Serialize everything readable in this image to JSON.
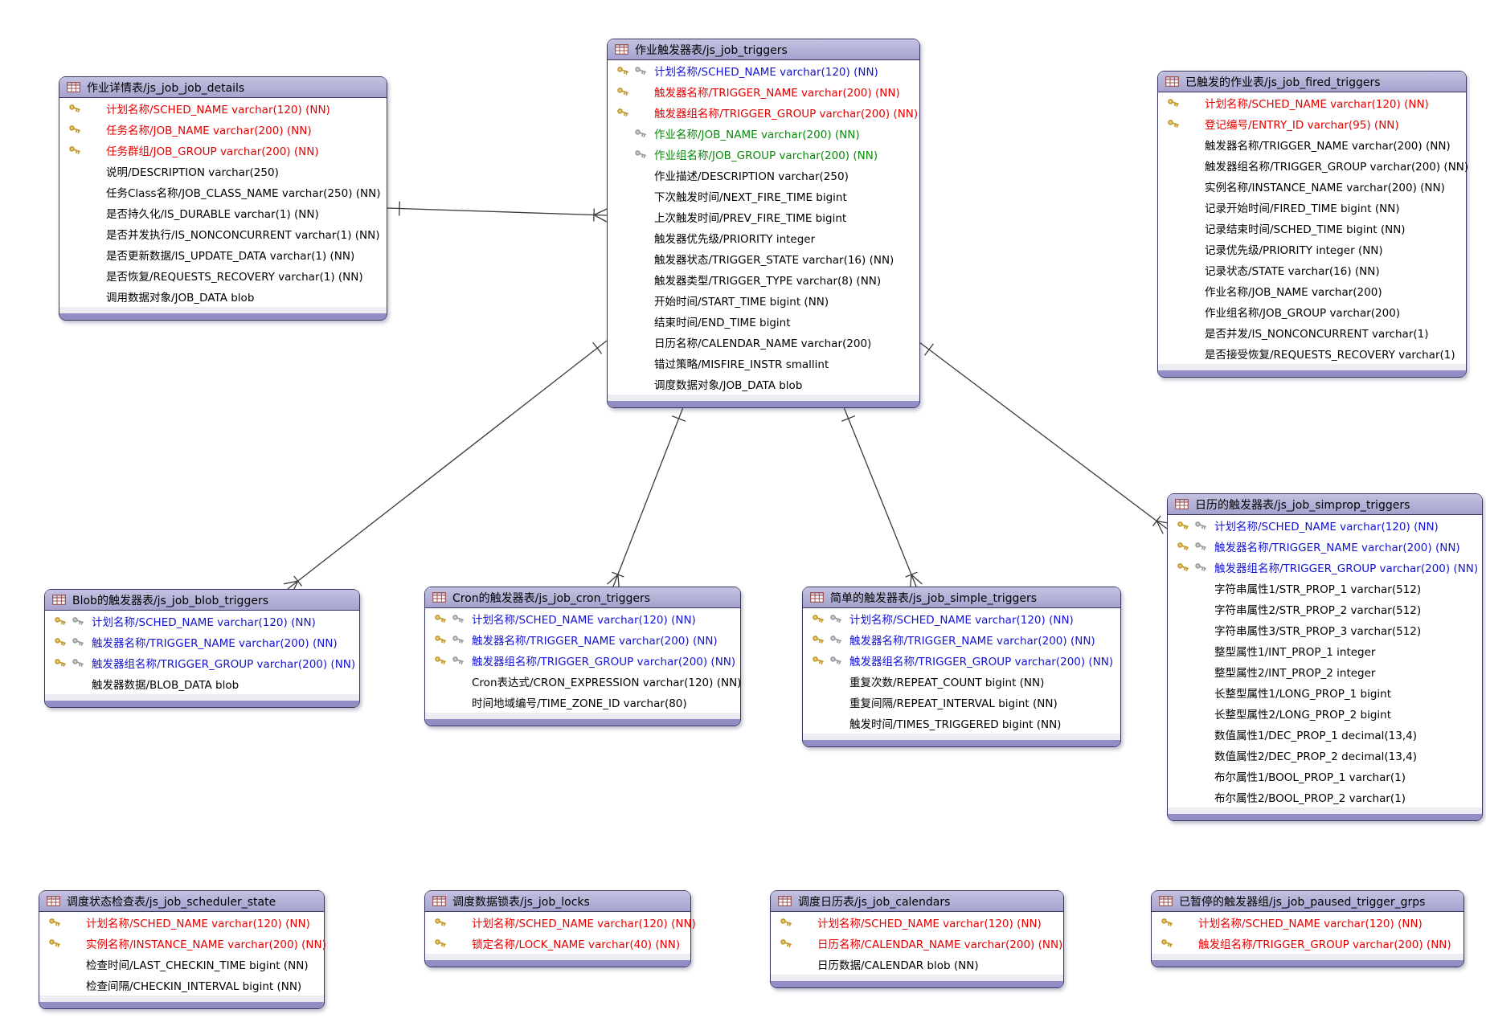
{
  "diagram": {
    "colors": {
      "red": "#e60000",
      "blue": "#1414d2",
      "green": "#0c8a0c",
      "black": "#000000",
      "header_bg": "#a9a8d2",
      "footer_bar": "#908ec5",
      "border": "#35355e",
      "key_gold": "#c2982a",
      "key_gray": "#9a9a9a"
    },
    "tables": [
      {
        "id": "js_job_job_details",
        "title": "作业详情表/js_job_job_details",
        "fields": [
          {
            "text": "计划名称/SCHED_NAME varchar(120) (NN)",
            "color": "red",
            "keys": [
              "gold"
            ]
          },
          {
            "text": "任务名称/JOB_NAME varchar(200) (NN)",
            "color": "red",
            "keys": [
              "gold"
            ]
          },
          {
            "text": "任务群组/JOB_GROUP varchar(200) (NN)",
            "color": "red",
            "keys": [
              "gold"
            ]
          },
          {
            "text": "说明/DESCRIPTION varchar(250)",
            "color": "black",
            "keys": []
          },
          {
            "text": "任务Class名称/JOB_CLASS_NAME varchar(250) (NN)",
            "color": "black",
            "keys": []
          },
          {
            "text": "是否持久化/IS_DURABLE varchar(1) (NN)",
            "color": "black",
            "keys": []
          },
          {
            "text": "是否并发执行/IS_NONCONCURRENT varchar(1) (NN)",
            "color": "black",
            "keys": []
          },
          {
            "text": "是否更新数据/IS_UPDATE_DATA varchar(1) (NN)",
            "color": "black",
            "keys": []
          },
          {
            "text": "是否恢复/REQUESTS_RECOVERY varchar(1) (NN)",
            "color": "black",
            "keys": []
          },
          {
            "text": "调用数据对象/JOB_DATA blob",
            "color": "black",
            "keys": []
          }
        ]
      },
      {
        "id": "js_job_triggers",
        "title": "作业触发器表/js_job_triggers",
        "fields": [
          {
            "text": "计划名称/SCHED_NAME varchar(120) (NN)",
            "color": "blue",
            "keys": [
              "gold",
              "gray"
            ]
          },
          {
            "text": "触发器名称/TRIGGER_NAME varchar(200) (NN)",
            "color": "red",
            "keys": [
              "gold"
            ]
          },
          {
            "text": "触发器组名称/TRIGGER_GROUP varchar(200) (NN)",
            "color": "red",
            "keys": [
              "gold"
            ]
          },
          {
            "text": "作业名称/JOB_NAME varchar(200) (NN)",
            "color": "green",
            "keys": [
              "gray"
            ]
          },
          {
            "text": "作业组名称/JOB_GROUP varchar(200) (NN)",
            "color": "green",
            "keys": [
              "gray"
            ]
          },
          {
            "text": "作业描述/DESCRIPTION varchar(250)",
            "color": "black",
            "keys": []
          },
          {
            "text": "下次触发时间/NEXT_FIRE_TIME bigint",
            "color": "black",
            "keys": []
          },
          {
            "text": "上次触发时间/PREV_FIRE_TIME bigint",
            "color": "black",
            "keys": []
          },
          {
            "text": "触发器优先级/PRIORITY integer",
            "color": "black",
            "keys": []
          },
          {
            "text": "触发器状态/TRIGGER_STATE varchar(16) (NN)",
            "color": "black",
            "keys": []
          },
          {
            "text": "触发器类型/TRIGGER_TYPE varchar(8) (NN)",
            "color": "black",
            "keys": []
          },
          {
            "text": "开始时间/START_TIME bigint (NN)",
            "color": "black",
            "keys": []
          },
          {
            "text": "结束时间/END_TIME bigint",
            "color": "black",
            "keys": []
          },
          {
            "text": "日历名称/CALENDAR_NAME varchar(200)",
            "color": "black",
            "keys": []
          },
          {
            "text": "错过策略/MISFIRE_INSTR smallint",
            "color": "black",
            "keys": []
          },
          {
            "text": "调度数据对象/JOB_DATA blob",
            "color": "black",
            "keys": []
          }
        ]
      },
      {
        "id": "js_job_fired_triggers",
        "title": "已触发的作业表/js_job_fired_triggers",
        "fields": [
          {
            "text": "计划名称/SCHED_NAME varchar(120) (NN)",
            "color": "red",
            "keys": [
              "gold"
            ]
          },
          {
            "text": "登记编号/ENTRY_ID varchar(95) (NN)",
            "color": "red",
            "keys": [
              "gold"
            ]
          },
          {
            "text": "触发器名称/TRIGGER_NAME varchar(200) (NN)",
            "color": "black",
            "keys": []
          },
          {
            "text": "触发器组名称/TRIGGER_GROUP varchar(200) (NN)",
            "color": "black",
            "keys": []
          },
          {
            "text": "实例名称/INSTANCE_NAME varchar(200) (NN)",
            "color": "black",
            "keys": []
          },
          {
            "text": "记录开始时间/FIRED_TIME bigint (NN)",
            "color": "black",
            "keys": []
          },
          {
            "text": "记录结束时间/SCHED_TIME bigint (NN)",
            "color": "black",
            "keys": []
          },
          {
            "text": "记录优先级/PRIORITY integer (NN)",
            "color": "black",
            "keys": []
          },
          {
            "text": "记录状态/STATE varchar(16) (NN)",
            "color": "black",
            "keys": []
          },
          {
            "text": "作业名称/JOB_NAME varchar(200)",
            "color": "black",
            "keys": []
          },
          {
            "text": "作业组名称/JOB_GROUP varchar(200)",
            "color": "black",
            "keys": []
          },
          {
            "text": "是否并发/IS_NONCONCURRENT varchar(1)",
            "color": "black",
            "keys": []
          },
          {
            "text": "是否接受恢复/REQUESTS_RECOVERY varchar(1)",
            "color": "black",
            "keys": []
          }
        ]
      },
      {
        "id": "js_job_blob_triggers",
        "title": "Blob的触发器表/js_job_blob_triggers",
        "fields": [
          {
            "text": "计划名称/SCHED_NAME varchar(120) (NN)",
            "color": "blue",
            "keys": [
              "gold",
              "gray"
            ]
          },
          {
            "text": "触发器名称/TRIGGER_NAME varchar(200) (NN)",
            "color": "blue",
            "keys": [
              "gold",
              "gray"
            ]
          },
          {
            "text": "触发器组名称/TRIGGER_GROUP varchar(200) (NN)",
            "color": "blue",
            "keys": [
              "gold",
              "gray"
            ]
          },
          {
            "text": "触发器数据/BLOB_DATA blob",
            "color": "black",
            "keys": []
          }
        ]
      },
      {
        "id": "js_job_cron_triggers",
        "title": "Cron的触发器表/js_job_cron_triggers",
        "fields": [
          {
            "text": "计划名称/SCHED_NAME varchar(120) (NN)",
            "color": "blue",
            "keys": [
              "gold",
              "gray"
            ]
          },
          {
            "text": "触发器名称/TRIGGER_NAME varchar(200) (NN)",
            "color": "blue",
            "keys": [
              "gold",
              "gray"
            ]
          },
          {
            "text": "触发器组名称/TRIGGER_GROUP varchar(200) (NN)",
            "color": "blue",
            "keys": [
              "gold",
              "gray"
            ]
          },
          {
            "text": "Cron表达式/CRON_EXPRESSION varchar(120) (NN)",
            "color": "black",
            "keys": []
          },
          {
            "text": "时间地域编号/TIME_ZONE_ID varchar(80)",
            "color": "black",
            "keys": []
          }
        ]
      },
      {
        "id": "js_job_simple_triggers",
        "title": "简单的触发器表/js_job_simple_triggers",
        "fields": [
          {
            "text": "计划名称/SCHED_NAME varchar(120) (NN)",
            "color": "blue",
            "keys": [
              "gold",
              "gray"
            ]
          },
          {
            "text": "触发器名称/TRIGGER_NAME varchar(200) (NN)",
            "color": "blue",
            "keys": [
              "gold",
              "gray"
            ]
          },
          {
            "text": "触发器组名称/TRIGGER_GROUP varchar(200) (NN)",
            "color": "blue",
            "keys": [
              "gold",
              "gray"
            ]
          },
          {
            "text": "重复次数/REPEAT_COUNT bigint (NN)",
            "color": "black",
            "keys": []
          },
          {
            "text": "重复间隔/REPEAT_INTERVAL bigint (NN)",
            "color": "black",
            "keys": []
          },
          {
            "text": "触发时间/TIMES_TRIGGERED bigint (NN)",
            "color": "black",
            "keys": []
          }
        ]
      },
      {
        "id": "js_job_simprop_triggers",
        "title": "日历的触发器表/js_job_simprop_triggers",
        "fields": [
          {
            "text": "计划名称/SCHED_NAME varchar(120) (NN)",
            "color": "blue",
            "keys": [
              "gold",
              "gray"
            ]
          },
          {
            "text": "触发器名称/TRIGGER_NAME varchar(200) (NN)",
            "color": "blue",
            "keys": [
              "gold",
              "gray"
            ]
          },
          {
            "text": "触发器组名称/TRIGGER_GROUP varchar(200) (NN)",
            "color": "blue",
            "keys": [
              "gold",
              "gray"
            ]
          },
          {
            "text": "字符串属性1/STR_PROP_1 varchar(512)",
            "color": "black",
            "keys": []
          },
          {
            "text": "字符串属性2/STR_PROP_2 varchar(512)",
            "color": "black",
            "keys": []
          },
          {
            "text": "字符串属性3/STR_PROP_3 varchar(512)",
            "color": "black",
            "keys": []
          },
          {
            "text": "整型属性1/INT_PROP_1 integer",
            "color": "black",
            "keys": []
          },
          {
            "text": "整型属性2/INT_PROP_2 integer",
            "color": "black",
            "keys": []
          },
          {
            "text": "长整型属性1/LONG_PROP_1 bigint",
            "color": "black",
            "keys": []
          },
          {
            "text": "长整型属性2/LONG_PROP_2 bigint",
            "color": "black",
            "keys": []
          },
          {
            "text": "数值属性1/DEC_PROP_1 decimal(13,4)",
            "color": "black",
            "keys": []
          },
          {
            "text": "数值属性2/DEC_PROP_2 decimal(13,4)",
            "color": "black",
            "keys": []
          },
          {
            "text": "布尔属性1/BOOL_PROP_1 varchar(1)",
            "color": "black",
            "keys": []
          },
          {
            "text": "布尔属性2/BOOL_PROP_2 varchar(1)",
            "color": "black",
            "keys": []
          }
        ]
      },
      {
        "id": "js_job_scheduler_state",
        "title": "调度状态检查表/js_job_scheduler_state",
        "fields": [
          {
            "text": "计划名称/SCHED_NAME varchar(120) (NN)",
            "color": "red",
            "keys": [
              "gold"
            ]
          },
          {
            "text": "实例名称/INSTANCE_NAME varchar(200) (NN)",
            "color": "red",
            "keys": [
              "gold"
            ]
          },
          {
            "text": "检查时间/LAST_CHECKIN_TIME bigint (NN)",
            "color": "black",
            "keys": []
          },
          {
            "text": "检查间隔/CHECKIN_INTERVAL bigint (NN)",
            "color": "black",
            "keys": []
          }
        ]
      },
      {
        "id": "js_job_locks",
        "title": "调度数据锁表/js_job_locks",
        "fields": [
          {
            "text": "计划名称/SCHED_NAME varchar(120) (NN)",
            "color": "red",
            "keys": [
              "gold"
            ]
          },
          {
            "text": "锁定名称/LOCK_NAME varchar(40) (NN)",
            "color": "red",
            "keys": [
              "gold"
            ]
          }
        ]
      },
      {
        "id": "js_job_calendars",
        "title": "调度日历表/js_job_calendars",
        "fields": [
          {
            "text": "计划名称/SCHED_NAME varchar(120) (NN)",
            "color": "red",
            "keys": [
              "gold"
            ]
          },
          {
            "text": "日历名称/CALENDAR_NAME varchar(200) (NN)",
            "color": "red",
            "keys": [
              "gold"
            ]
          },
          {
            "text": "日历数据/CALENDAR blob (NN)",
            "color": "black",
            "keys": []
          }
        ]
      },
      {
        "id": "js_job_paused_trigger_grps",
        "title": "已暂停的触发器组/js_job_paused_trigger_grps",
        "fields": [
          {
            "text": "计划名称/SCHED_NAME varchar(120) (NN)",
            "color": "red",
            "keys": [
              "gold"
            ]
          },
          {
            "text": "触发组名称/TRIGGER_GROUP varchar(200) (NN)",
            "color": "red",
            "keys": [
              "gold"
            ]
          }
        ]
      }
    ],
    "relations": [
      {
        "from": "js_job_job_details",
        "to": "js_job_triggers",
        "cardinality": "one-to-many"
      },
      {
        "from": "js_job_triggers",
        "to": "js_job_blob_triggers",
        "cardinality": "one-to-many"
      },
      {
        "from": "js_job_triggers",
        "to": "js_job_cron_triggers",
        "cardinality": "one-to-many"
      },
      {
        "from": "js_job_triggers",
        "to": "js_job_simple_triggers",
        "cardinality": "one-to-many"
      },
      {
        "from": "js_job_triggers",
        "to": "js_job_simprop_triggers",
        "cardinality": "one-to-many"
      }
    ]
  }
}
